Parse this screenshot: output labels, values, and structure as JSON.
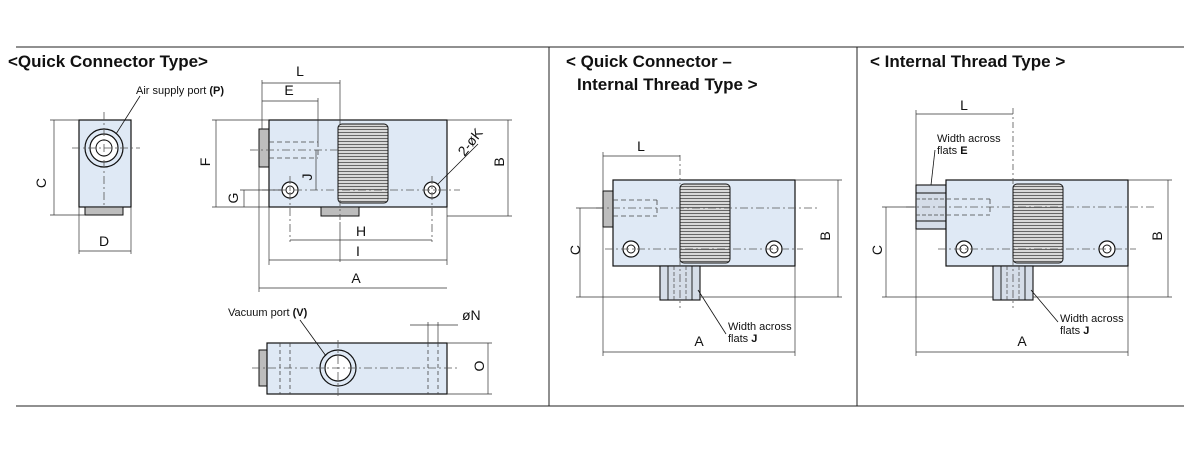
{
  "sections": [
    {
      "title": "<Quick Connector Type>"
    },
    {
      "title_line1": "< Quick Connector –",
      "title_line2": "Internal Thread Type >"
    },
    {
      "title": "< Internal Thread Type >"
    }
  ],
  "labels": {
    "air_supply_port": "Air supply port",
    "air_supply_code": "(P)",
    "vacuum_port": "Vacuum port",
    "vacuum_code": "(V)",
    "width_across": "Width across",
    "flats": "flats",
    "flats_code_J": "J",
    "flats_code_E": "E"
  },
  "dims": {
    "A": "A",
    "B": "B",
    "C": "C",
    "D": "D",
    "E": "E",
    "F": "F",
    "G": "G",
    "H": "H",
    "I": "I",
    "J": "J",
    "L": "L",
    "K": "2-øK",
    "N": "øN",
    "O": "O"
  },
  "colors": {
    "body_fill": "#dfe9f5",
    "line": "#111111",
    "centerline": "#555555",
    "grip": "#bdbdbd"
  }
}
